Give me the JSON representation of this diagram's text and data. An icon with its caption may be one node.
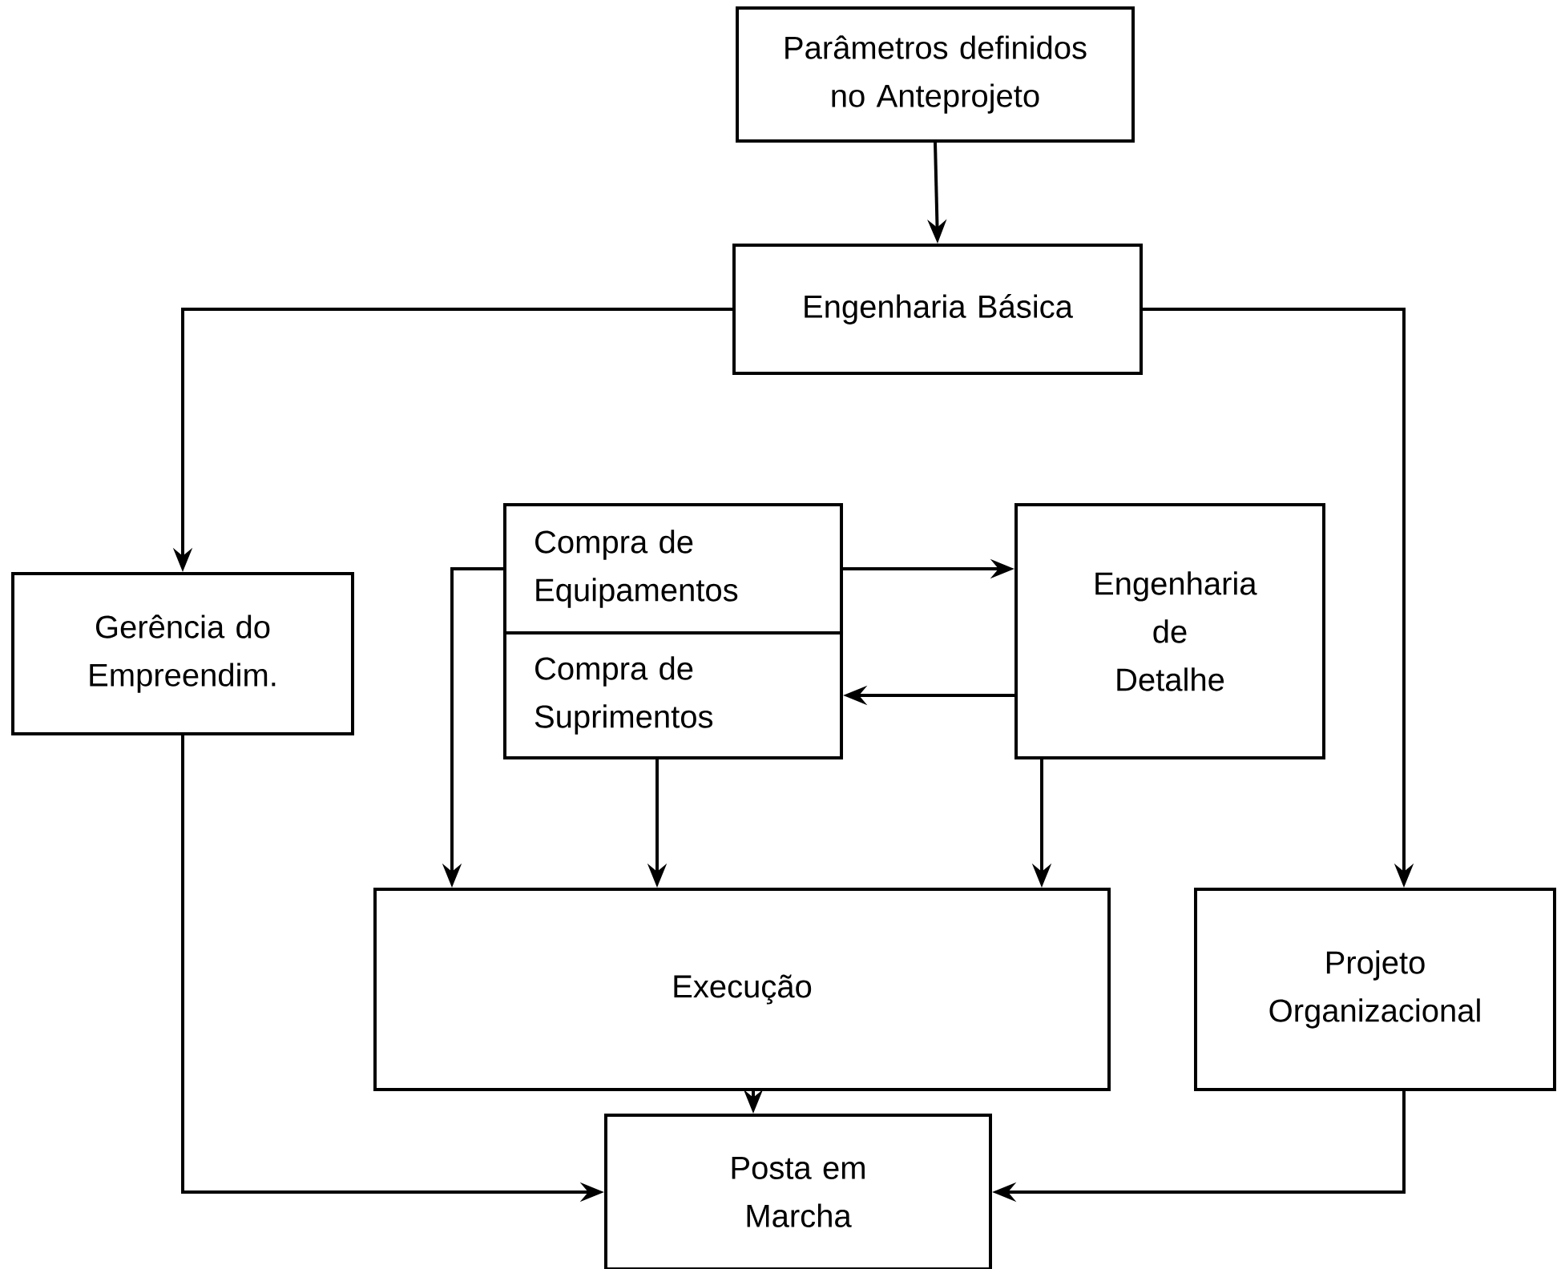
{
  "diagram": {
    "nodes": [
      {
        "text": [
          "Parâmetros definidos no Anteprojeto"
        ]
      },
      {
        "text": [
          "Engenharia Básica"
        ]
      },
      {
        "text": [
          "Gerência do Empreendim."
        ]
      },
      {
        "text": [
          "Compra de Equipamentos"
        ]
      },
      {
        "text": [
          "Compra de Suprimentos"
        ]
      },
      {
        "text": [
          "Engenharia de Detalhe"
        ]
      },
      {
        "text": [
          "Execução"
        ]
      },
      {
        "text": [
          "Projeto Organizacional"
        ]
      },
      {
        "text": [
          "Posta em Marcha"
        ]
      }
    ],
    "edges": [
      {
        "from": 0,
        "to": 1,
        "arrow": "to"
      },
      {
        "from": 1,
        "to": 2,
        "arrow": "to"
      },
      {
        "from": 1,
        "to": 7,
        "arrow": "to"
      },
      {
        "from": 3,
        "to": 5,
        "arrow": "to"
      },
      {
        "from": 5,
        "to": 4,
        "arrow": "to"
      },
      {
        "from": 3,
        "to": 6,
        "arrow": "to"
      },
      {
        "from": 4,
        "to": 6,
        "arrow": "to"
      },
      {
        "from": 5,
        "to": 6,
        "arrow": "to"
      },
      {
        "from": 6,
        "to": 8,
        "arrow": "to"
      },
      {
        "from": 2,
        "to": 8,
        "arrow": "to"
      },
      {
        "from": 7,
        "to": 8,
        "arrow": "to"
      }
    ]
  }
}
